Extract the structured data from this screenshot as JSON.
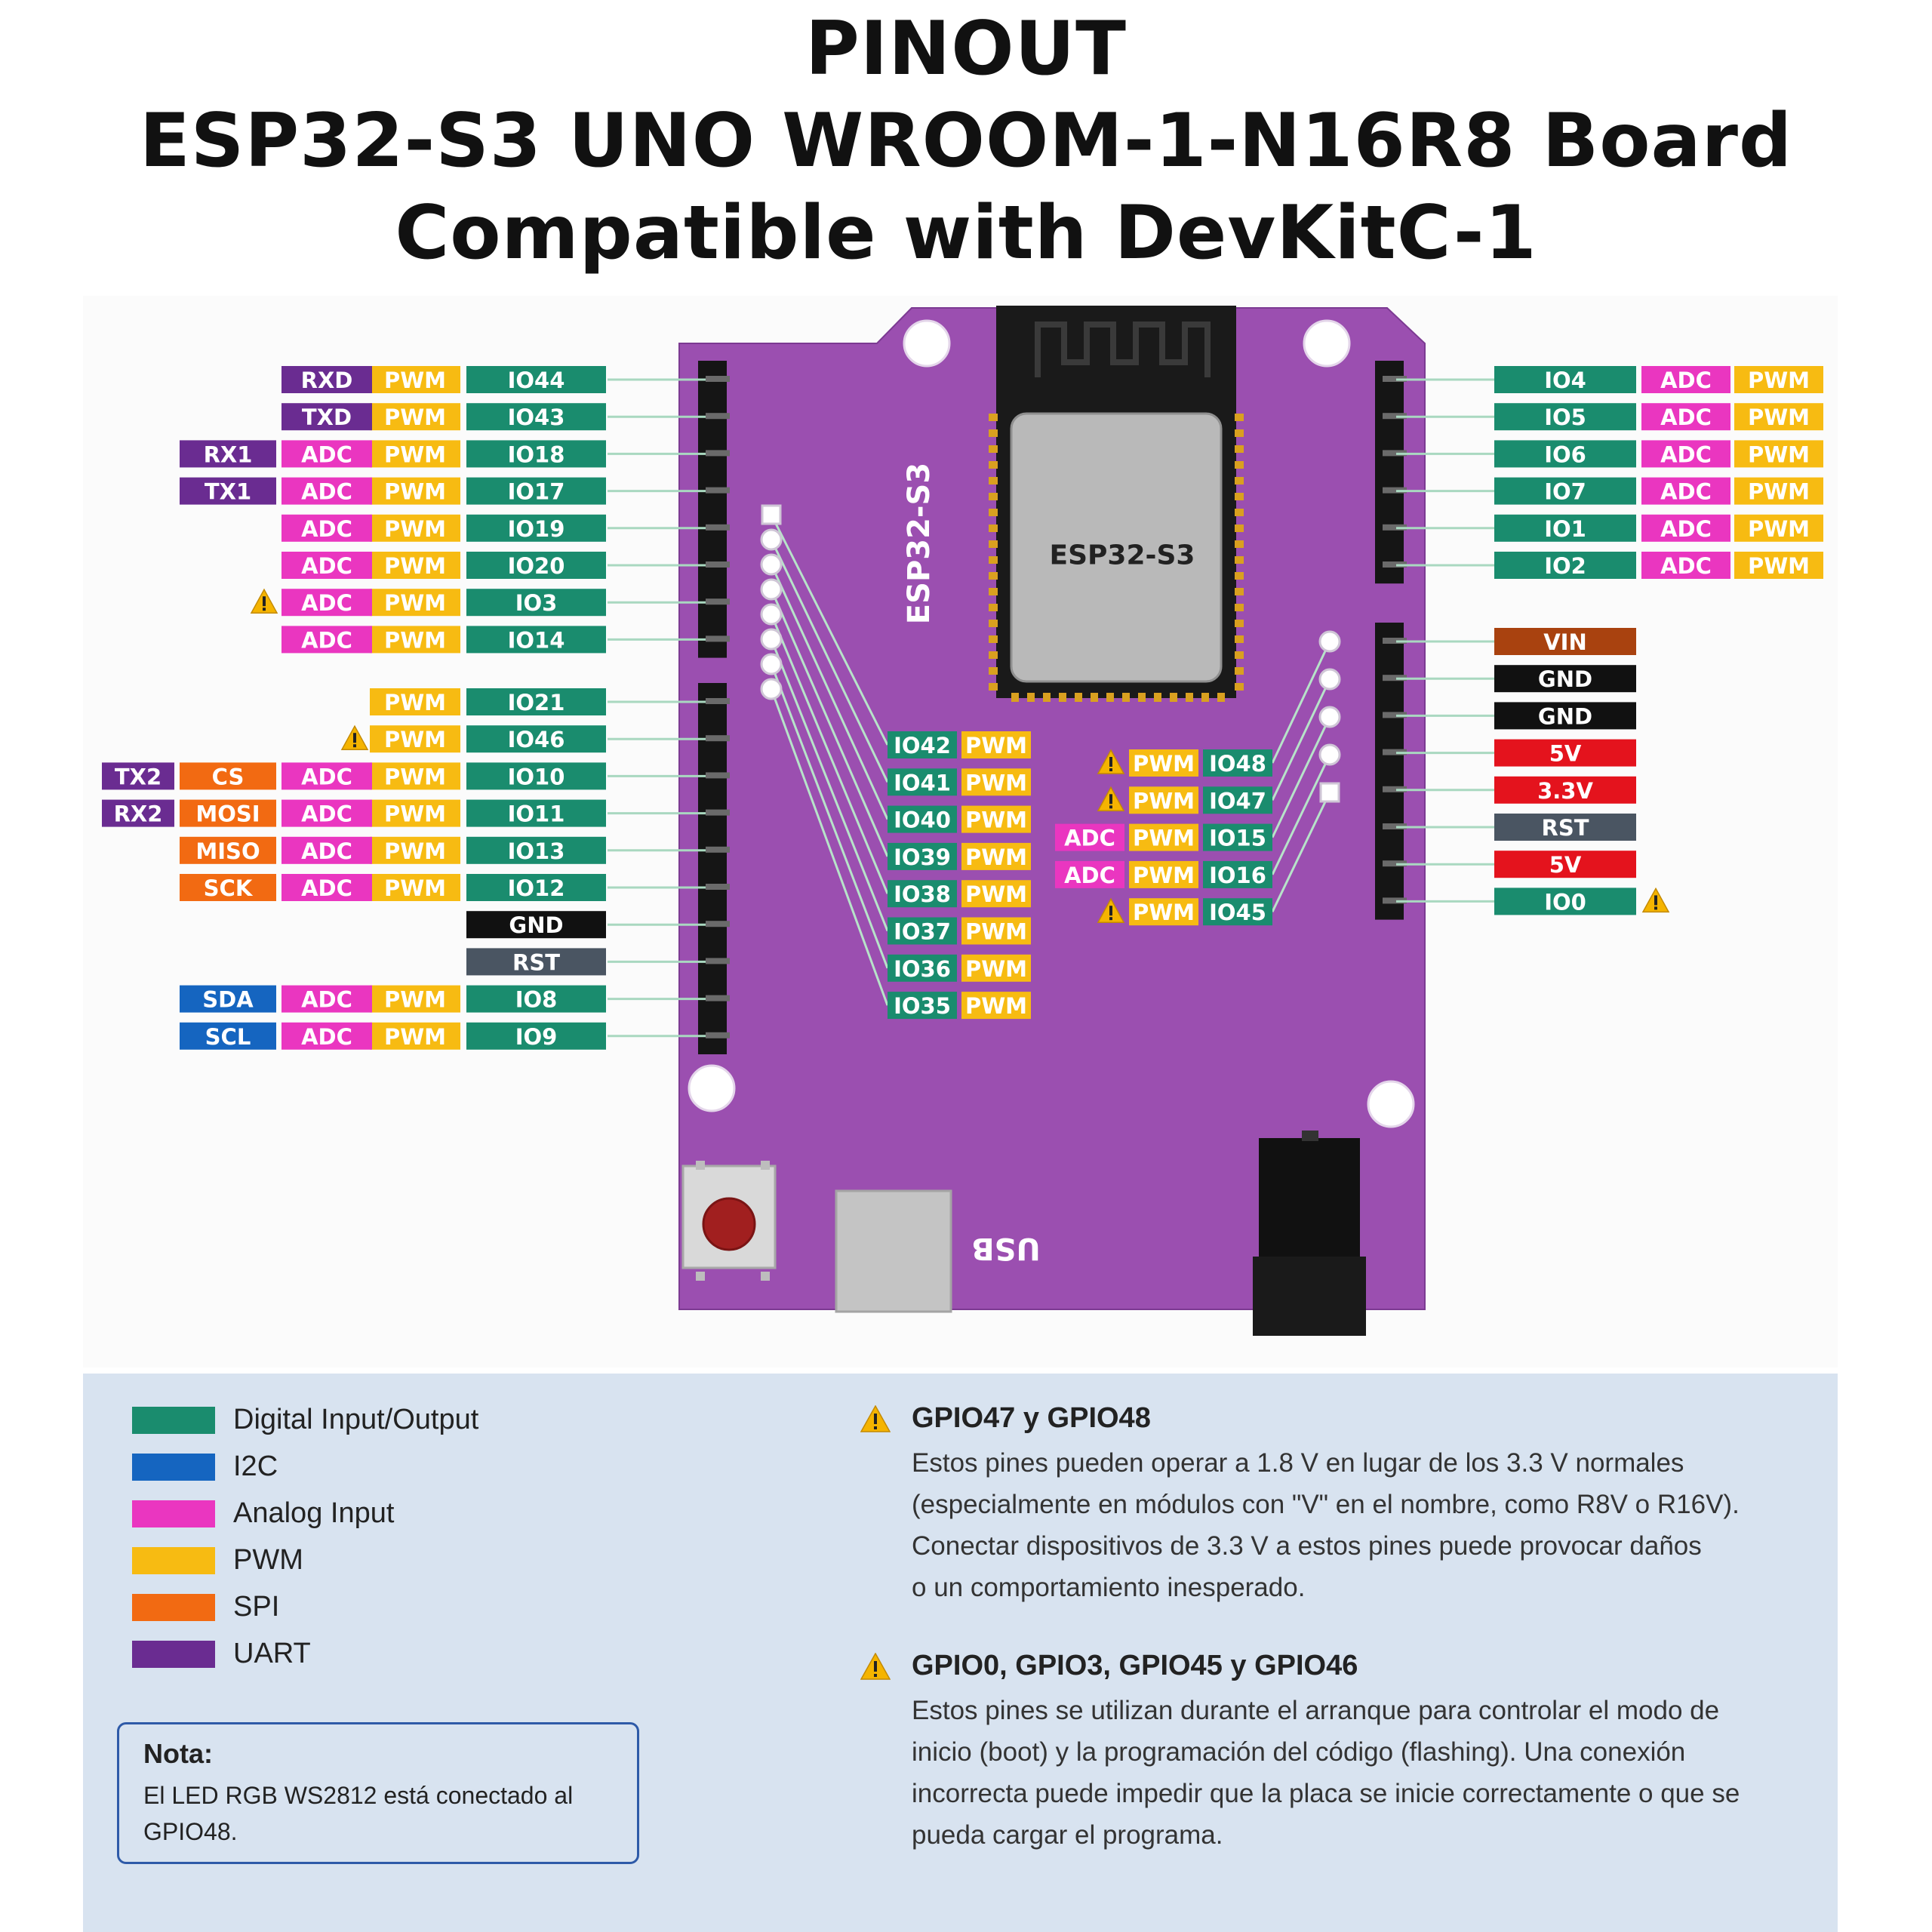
{
  "title": {
    "line1": "PINOUT",
    "line2": "ESP32-S3 UNO WROOM-1-N16R8 Board",
    "line3": "Compatible with DevKitC-1"
  },
  "colors": {
    "gpio": "#1a8c6e",
    "i2c": "#1565c0",
    "adc": "#ea36c0",
    "pwm": "#f7bb12",
    "spi": "#f26a12",
    "uart": "#6a2c91",
    "gnd": "#111111",
    "vin": "#a9420f",
    "power": "#e4131d",
    "rst": "#4a5562",
    "board": "#9b4fb0",
    "warning": "#f5b400"
  },
  "board": {
    "module_label": "ESP32-S3",
    "chip_label": "ESP32-S3",
    "usb_label": "USB"
  },
  "left_top_pins": [
    {
      "pin": "IO44",
      "labels": [
        {
          "t": "RXD",
          "c": "uart"
        },
        {
          "t": "PWM",
          "c": "pwm"
        }
      ],
      "warn": false
    },
    {
      "pin": "IO43",
      "labels": [
        {
          "t": "TXD",
          "c": "uart"
        },
        {
          "t": "PWM",
          "c": "pwm"
        }
      ],
      "warn": false
    },
    {
      "pin": "IO18",
      "labels": [
        {
          "t": "RX1",
          "c": "uart"
        },
        {
          "t": "ADC",
          "c": "adc"
        },
        {
          "t": "PWM",
          "c": "pwm"
        }
      ],
      "warn": false
    },
    {
      "pin": "IO17",
      "labels": [
        {
          "t": "TX1",
          "c": "uart"
        },
        {
          "t": "ADC",
          "c": "adc"
        },
        {
          "t": "PWM",
          "c": "pwm"
        }
      ],
      "warn": false
    },
    {
      "pin": "IO19",
      "labels": [
        {
          "t": "ADC",
          "c": "adc"
        },
        {
          "t": "PWM",
          "c": "pwm"
        }
      ],
      "warn": false
    },
    {
      "pin": "IO20",
      "labels": [
        {
          "t": "ADC",
          "c": "adc"
        },
        {
          "t": "PWM",
          "c": "pwm"
        }
      ],
      "warn": false
    },
    {
      "pin": "IO3",
      "labels": [
        {
          "t": "ADC",
          "c": "adc"
        },
        {
          "t": "PWM",
          "c": "pwm"
        }
      ],
      "warn": true
    },
    {
      "pin": "IO14",
      "labels": [
        {
          "t": "ADC",
          "c": "adc"
        },
        {
          "t": "PWM",
          "c": "pwm"
        }
      ],
      "warn": false
    }
  ],
  "left_bottom_pins": [
    {
      "pin": "IO21",
      "labels": [
        {
          "t": "PWM",
          "c": "pwm"
        }
      ],
      "warn": false
    },
    {
      "pin": "IO46",
      "labels": [
        {
          "t": "PWM",
          "c": "pwm"
        }
      ],
      "warn": true
    },
    {
      "pin": "IO10",
      "labels": [
        {
          "t": "TX2",
          "c": "uart"
        },
        {
          "t": "CS",
          "c": "spi"
        },
        {
          "t": "ADC",
          "c": "adc"
        },
        {
          "t": "PWM",
          "c": "pwm"
        }
      ],
      "warn": false
    },
    {
      "pin": "IO11",
      "labels": [
        {
          "t": "RX2",
          "c": "uart"
        },
        {
          "t": "MOSI",
          "c": "spi"
        },
        {
          "t": "ADC",
          "c": "adc"
        },
        {
          "t": "PWM",
          "c": "pwm"
        }
      ],
      "warn": false
    },
    {
      "pin": "IO13",
      "labels": [
        {
          "t": "MISO",
          "c": "spi"
        },
        {
          "t": "ADC",
          "c": "adc"
        },
        {
          "t": "PWM",
          "c": "pwm"
        }
      ],
      "warn": false
    },
    {
      "pin": "IO12",
      "labels": [
        {
          "t": "SCK",
          "c": "spi"
        },
        {
          "t": "ADC",
          "c": "adc"
        },
        {
          "t": "PWM",
          "c": "pwm"
        }
      ],
      "warn": false
    },
    {
      "pin": "GND",
      "pin_color": "gnd",
      "labels": [],
      "warn": false
    },
    {
      "pin": "RST",
      "pin_color": "rst",
      "labels": [],
      "warn": false
    },
    {
      "pin": "IO8",
      "labels": [
        {
          "t": "SDA",
          "c": "i2c"
        },
        {
          "t": "ADC",
          "c": "adc"
        },
        {
          "t": "PWM",
          "c": "pwm"
        }
      ],
      "warn": false
    },
    {
      "pin": "IO9",
      "labels": [
        {
          "t": "SCL",
          "c": "i2c"
        },
        {
          "t": "ADC",
          "c": "adc"
        },
        {
          "t": "PWM",
          "c": "pwm"
        }
      ],
      "warn": false
    }
  ],
  "right_top_pins": [
    {
      "pin": "IO4",
      "labels": [
        {
          "t": "ADC",
          "c": "adc"
        },
        {
          "t": "PWM",
          "c": "pwm"
        }
      ],
      "warn": false
    },
    {
      "pin": "IO5",
      "labels": [
        {
          "t": "ADC",
          "c": "adc"
        },
        {
          "t": "PWM",
          "c": "pwm"
        }
      ],
      "warn": false
    },
    {
      "pin": "IO6",
      "labels": [
        {
          "t": "ADC",
          "c": "adc"
        },
        {
          "t": "PWM",
          "c": "pwm"
        }
      ],
      "warn": false
    },
    {
      "pin": "IO7",
      "labels": [
        {
          "t": "ADC",
          "c": "adc"
        },
        {
          "t": "PWM",
          "c": "pwm"
        }
      ],
      "warn": false
    },
    {
      "pin": "IO1",
      "labels": [
        {
          "t": "ADC",
          "c": "adc"
        },
        {
          "t": "PWM",
          "c": "pwm"
        }
      ],
      "warn": false
    },
    {
      "pin": "IO2",
      "labels": [
        {
          "t": "ADC",
          "c": "adc"
        },
        {
          "t": "PWM",
          "c": "pwm"
        }
      ],
      "warn": false
    }
  ],
  "right_bottom_pins": [
    {
      "pin": "VIN",
      "pin_color": "vin",
      "labels": [],
      "warn": false
    },
    {
      "pin": "GND",
      "pin_color": "gnd",
      "labels": [],
      "warn": false
    },
    {
      "pin": "GND",
      "pin_color": "gnd",
      "labels": [],
      "warn": false
    },
    {
      "pin": "5V",
      "pin_color": "power",
      "labels": [],
      "warn": false
    },
    {
      "pin": "3.3V",
      "pin_color": "power",
      "labels": [],
      "warn": false
    },
    {
      "pin": "RST",
      "pin_color": "rst",
      "labels": [],
      "warn": false
    },
    {
      "pin": "5V",
      "pin_color": "power",
      "labels": [],
      "warn": false
    },
    {
      "pin": "IO0",
      "labels": [],
      "warn": true
    }
  ],
  "inner_left_pins": [
    {
      "pin": "IO42",
      "labels": [
        {
          "t": "PWM",
          "c": "pwm"
        }
      ]
    },
    {
      "pin": "IO41",
      "labels": [
        {
          "t": "PWM",
          "c": "pwm"
        }
      ]
    },
    {
      "pin": "IO40",
      "labels": [
        {
          "t": "PWM",
          "c": "pwm"
        }
      ]
    },
    {
      "pin": "IO39",
      "labels": [
        {
          "t": "PWM",
          "c": "pwm"
        }
      ]
    },
    {
      "pin": "IO38",
      "labels": [
        {
          "t": "PWM",
          "c": "pwm"
        }
      ]
    },
    {
      "pin": "IO37",
      "labels": [
        {
          "t": "PWM",
          "c": "pwm"
        }
      ]
    },
    {
      "pin": "IO36",
      "labels": [
        {
          "t": "PWM",
          "c": "pwm"
        }
      ]
    },
    {
      "pin": "IO35",
      "labels": [
        {
          "t": "PWM",
          "c": "pwm"
        }
      ]
    }
  ],
  "inner_right_pins": [
    {
      "pin": "IO48",
      "labels": [
        {
          "t": "PWM",
          "c": "pwm"
        }
      ],
      "warn": true
    },
    {
      "pin": "IO47",
      "labels": [
        {
          "t": "PWM",
          "c": "pwm"
        }
      ],
      "warn": true
    },
    {
      "pin": "IO15",
      "labels": [
        {
          "t": "ADC",
          "c": "adc"
        },
        {
          "t": "PWM",
          "c": "pwm"
        }
      ],
      "warn": false
    },
    {
      "pin": "IO16",
      "labels": [
        {
          "t": "ADC",
          "c": "adc"
        },
        {
          "t": "PWM",
          "c": "pwm"
        }
      ],
      "warn": false
    },
    {
      "pin": "IO45",
      "labels": [
        {
          "t": "PWM",
          "c": "pwm"
        }
      ],
      "warn": true
    }
  ],
  "legend": [
    {
      "label": "Digital Input/Output",
      "c": "gpio"
    },
    {
      "label": "I2C",
      "c": "i2c"
    },
    {
      "label": "Analog Input",
      "c": "adc"
    },
    {
      "label": "PWM",
      "c": "pwm"
    },
    {
      "label": "SPI",
      "c": "spi"
    },
    {
      "label": "UART",
      "c": "uart"
    }
  ],
  "nota": {
    "title": "Nota:",
    "line1": "El LED RGB WS2812 está conectado al",
    "line2": "GPIO48."
  },
  "warnings": [
    {
      "title": "GPIO47 y GPIO48",
      "lines": [
        "Estos pines pueden operar a 1.8 V en lugar de los 3.3 V normales",
        "(especialmente en módulos con \"V\" en el nombre, como R8V o R16V).",
        "Conectar dispositivos de 3.3 V a estos pines puede provocar daños",
        "o un comportamiento inesperado."
      ]
    },
    {
      "title": "GPIO0, GPIO3, GPIO45 y GPIO46",
      "lines": [
        "Estos pines se utilizan durante el arranque para controlar el modo de",
        "inicio (boot) y la programación del código (flashing). Una conexión",
        "incorrecta puede impedir que la placa se inicie correctamente o que se",
        "pueda cargar el programa."
      ]
    }
  ]
}
